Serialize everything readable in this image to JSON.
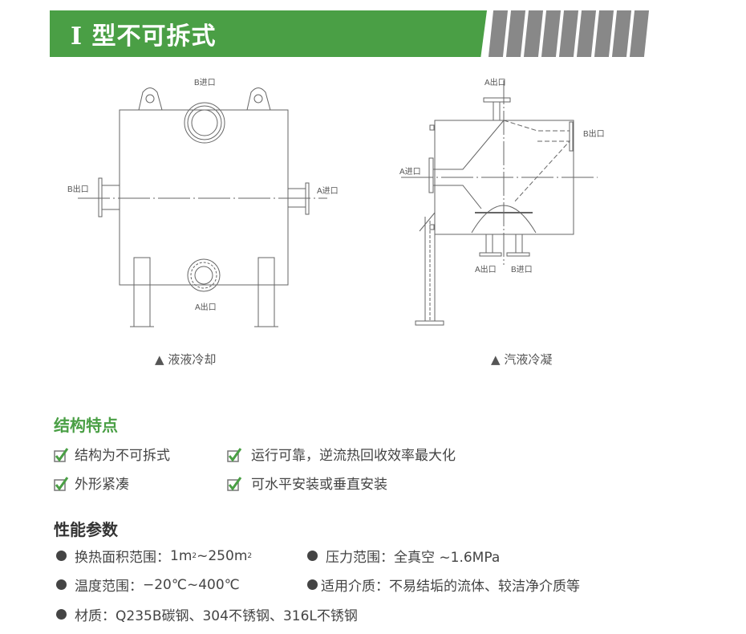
{
  "header": {
    "title": "I 型不可拆式"
  },
  "diagrams": [
    {
      "caption": "液液冷却",
      "labels": {
        "top": "B进口",
        "left": "B出口",
        "right": "A进口",
        "bottom": "A出口"
      }
    },
    {
      "caption": "汽液冷凝",
      "labels": {
        "top": "A出口",
        "right": "B出口",
        "left": "A进口",
        "bottom_left": "A出口",
        "bottom_right": "B进口"
      }
    }
  ],
  "caption_marker": "▲",
  "features": {
    "title": "结构特点",
    "items": [
      "结构为不可拆式",
      "运行可靠，逆流热回收效率最大化",
      "外形紧凑",
      "可水平安装或垂直安装"
    ]
  },
  "specs": {
    "title": "性能参数",
    "items": [
      {
        "label": "换热面积范围：",
        "value_a": "1m",
        "sup_a": "2",
        "value_b": "~250m",
        "sup_b": "2"
      },
      {
        "label": "压力范围：",
        "value": "全真空 ~1.6MPa"
      },
      {
        "label": "温度范围：",
        "value": "−20℃~400℃"
      },
      {
        "label": "适用介质：",
        "value": "不易结垢的流体、较洁净介质等"
      },
      {
        "label": "材质：",
        "value": "Q235B碳钢、304不锈钢、316L不锈钢"
      }
    ]
  },
  "colors": {
    "green": "#4a9f45",
    "stripes": "#888888",
    "text": "#444444"
  }
}
